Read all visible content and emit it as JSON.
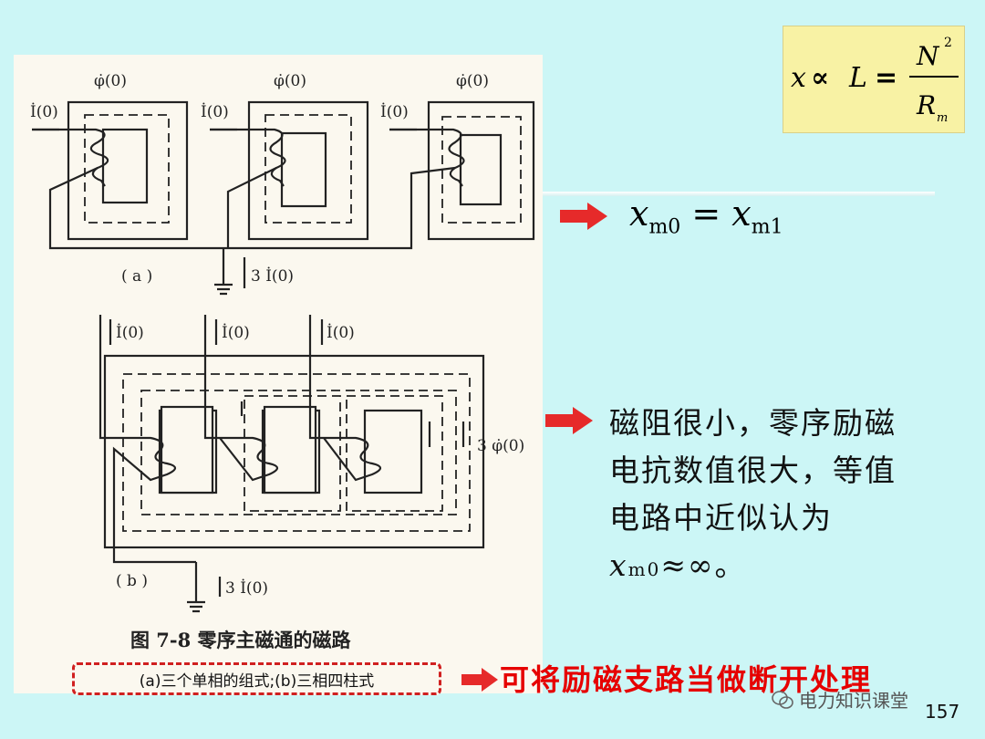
{
  "figure": {
    "labels": {
      "phi0": "φ̇(0)",
      "i0": "İ(0)",
      "three_i0": "3 İ(0)",
      "three_phi0": "3 φ̇(0)",
      "part_a": "( a )",
      "part_b": "( b )"
    },
    "caption": "图 7-8   零序主磁通的磁路",
    "sub_caption": "(a)三个单相的组式;(b)三相四柱式"
  },
  "formula": {
    "x": "x",
    "prop": "∝",
    "L": "L",
    "eq": "=",
    "num": "N",
    "num_exp": "2",
    "den": "R",
    "den_sub": "m"
  },
  "equation": {
    "left": "x",
    "left_sub": "m0",
    "op": " = ",
    "right": "x",
    "right_sub": "m1"
  },
  "note": {
    "text": "磁阻很小，零序励磁电抗数值很大，等值电路中近似认为",
    "x": "x",
    "sub": "m0",
    "tail": "≈∞。"
  },
  "conclusion": "可将励磁支路当做断开处理",
  "watermark": "电力知识课堂",
  "page_number": "157",
  "colors": {
    "background": "#ccf6f6",
    "arrow": "#e62a2a",
    "conclusion": "#e60000",
    "formula_bg": "#f8f2a4"
  }
}
